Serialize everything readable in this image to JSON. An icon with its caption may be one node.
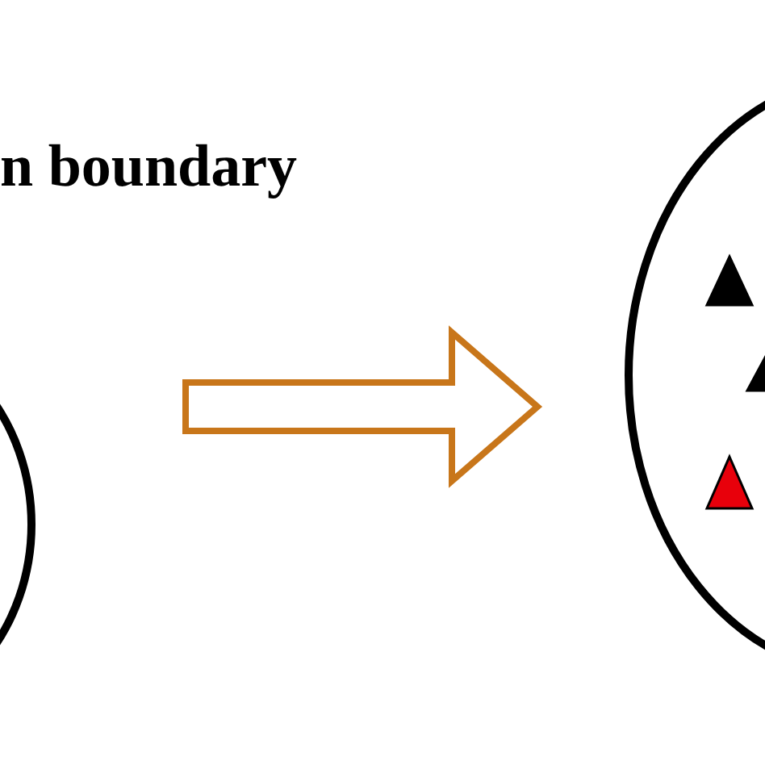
{
  "diagram": {
    "nodes": [
      {
        "text": [],
        "shape": "ellipse"
      },
      {
        "text": [],
        "shape": "ellipse"
      },
      {
        "text": [],
        "shape": "triangle",
        "in": 1
      },
      {
        "text": [],
        "shape": "triangle",
        "in": 1
      },
      {
        "text": [],
        "shape": "triangle",
        "in": 1
      }
    ],
    "edges": [
      {
        "from": 0,
        "to": 1,
        "arrow": "to",
        "style": "thick",
        "color": "#c8761a"
      }
    ],
    "labels": [
      "n boundary"
    ]
  }
}
